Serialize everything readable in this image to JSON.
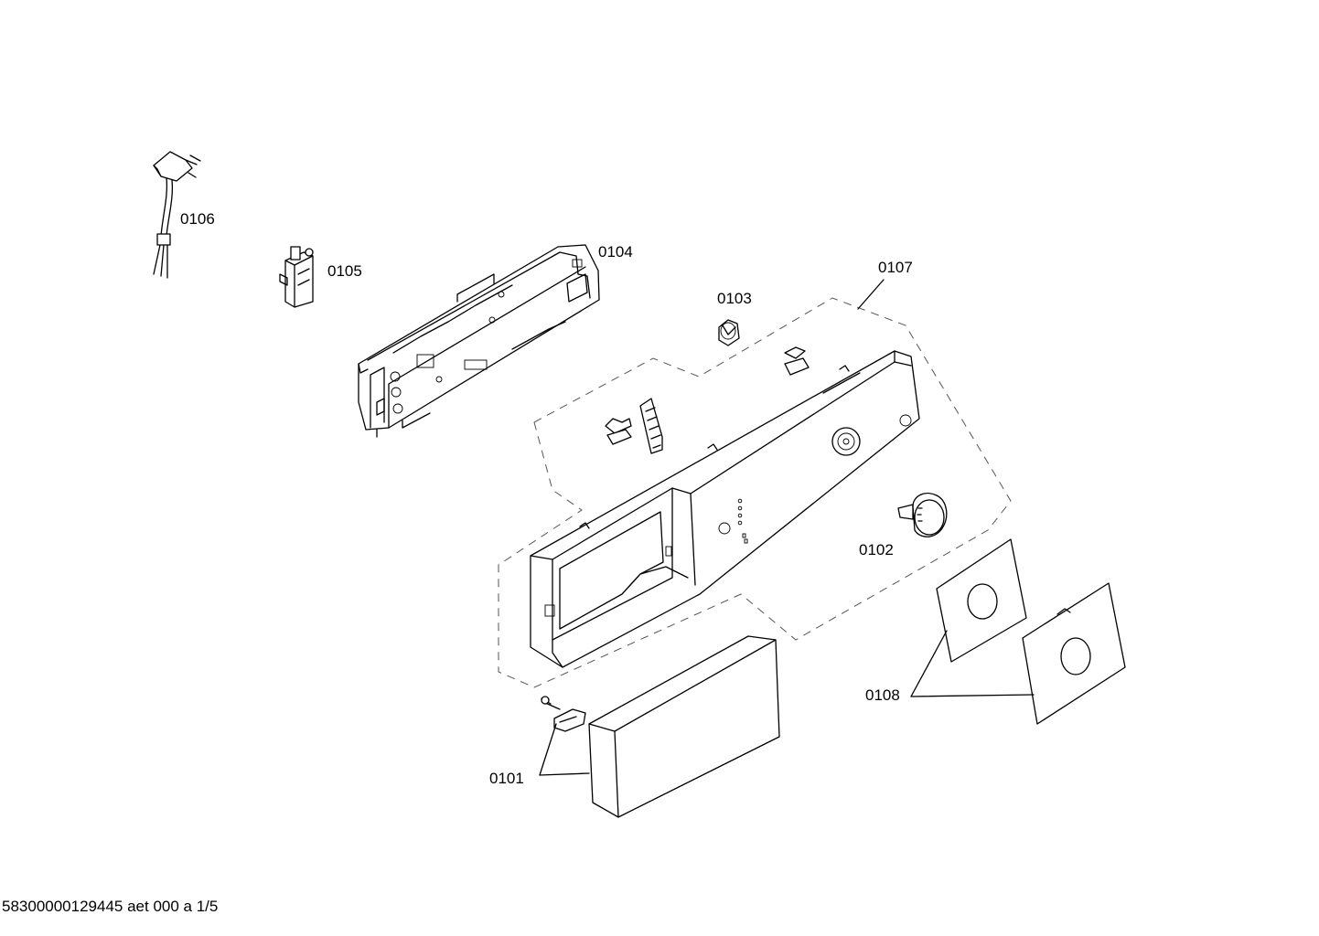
{
  "labels": {
    "p0101": "0101",
    "p0102": "0102",
    "p0103": "0103",
    "p0104": "0104",
    "p0105": "0105",
    "p0106": "0106",
    "p0107": "0107",
    "p0108": "0108"
  },
  "footer": "58300000129445 aet 000 a 1/5"
}
